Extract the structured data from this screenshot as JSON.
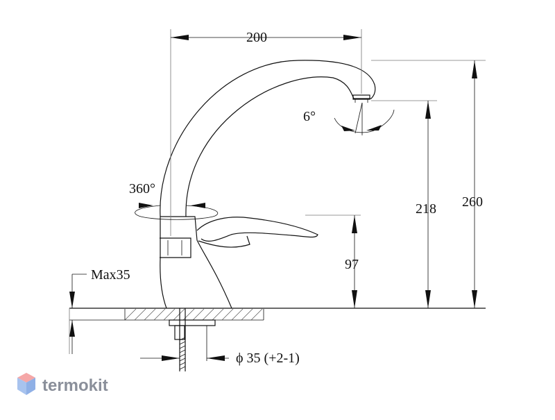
{
  "dimensions": {
    "reach": "200",
    "spout_height_total": "260",
    "spout_outlet_height": "218",
    "lever_height": "97",
    "max_counter_thickness": "Max35",
    "hole_diameter": "ϕ 35 (+2-1)",
    "swivel_angle": "360°",
    "spout_tilt_angle": "6°"
  },
  "watermark": {
    "brand": "termokit",
    "color": "#8a8f9a",
    "logo_top": "#f5a7a7",
    "logo_left": "#a8c3ee",
    "logo_right": "#8fb0e6"
  }
}
